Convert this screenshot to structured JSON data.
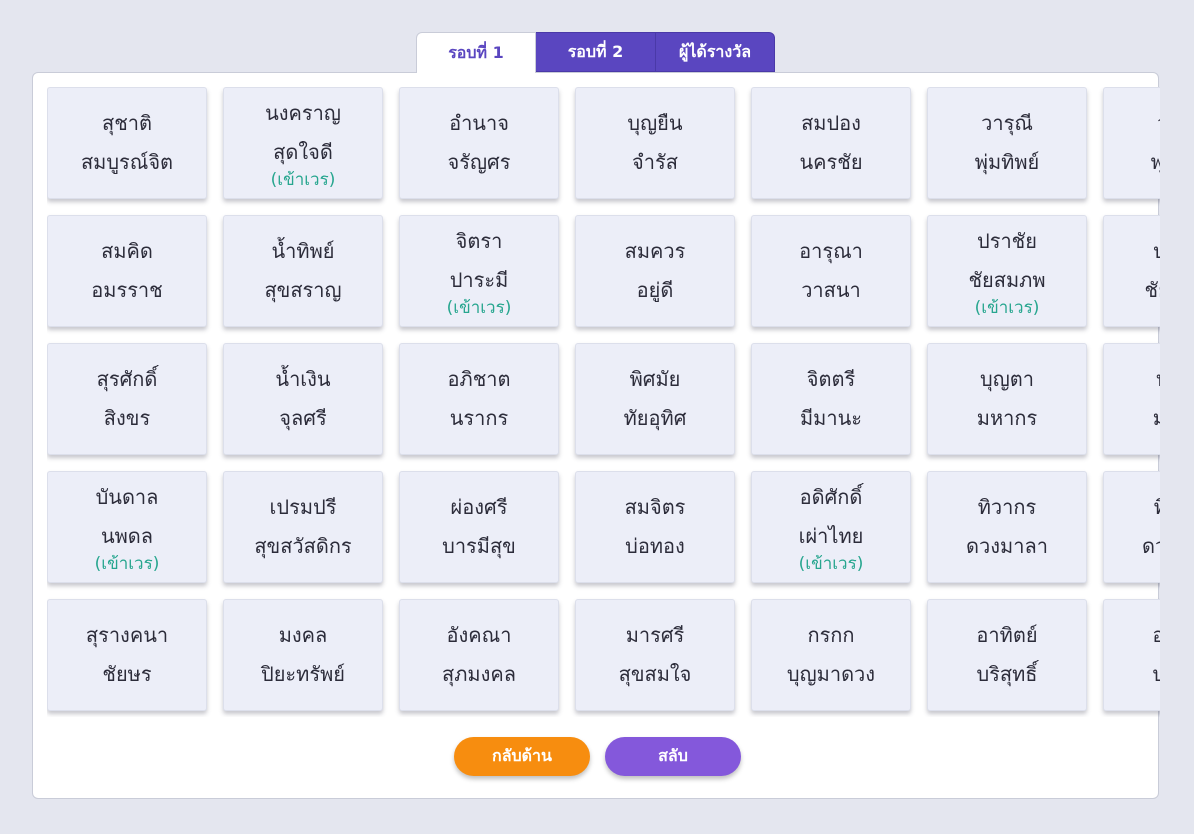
{
  "tabs": [
    {
      "label": "รอบที่ 1",
      "active": true
    },
    {
      "label": "รอบที่ 2",
      "active": false
    },
    {
      "label": "ผู้ได้รางวัล",
      "active": false
    }
  ],
  "colors": {
    "accent": "#5a46c0",
    "note": "#27a68f",
    "back_button": "#f78d0f",
    "swap_button": "#8458db"
  },
  "cards": [
    {
      "first": "สุชาติ",
      "last": "สมบูรณ์จิต",
      "note": ""
    },
    {
      "first": "นงคราญ",
      "last": "สุดใจดี",
      "note": "(เข้าเวร)"
    },
    {
      "first": "อำนาจ",
      "last": "จรัญศร",
      "note": ""
    },
    {
      "first": "บุญยืน",
      "last": "จำรัส",
      "note": ""
    },
    {
      "first": "สมปอง",
      "last": "นครชัย",
      "note": ""
    },
    {
      "first": "วารุณี",
      "last": "พุ่มทิพย์",
      "note": ""
    },
    {
      "first": "วารุณี",
      "last": "พุ่มทิพย์",
      "note": ""
    },
    {
      "first": "สมคิด",
      "last": "อมรราช",
      "note": ""
    },
    {
      "first": "น้ำทิพย์",
      "last": "สุขสราญ",
      "note": ""
    },
    {
      "first": "จิตรา",
      "last": "ปาระมี",
      "note": "(เข้าเวร)"
    },
    {
      "first": "สมควร",
      "last": "อยู่ดี",
      "note": ""
    },
    {
      "first": "อารุณา",
      "last": "วาสนา",
      "note": ""
    },
    {
      "first": "ปราชัย",
      "last": "ชัยสมภพ",
      "note": "(เข้าเวร)"
    },
    {
      "first": "ปราชัย",
      "last": "ชัยสมภพ",
      "note": ""
    },
    {
      "first": "สุรศักดิ์",
      "last": "สิงขร",
      "note": ""
    },
    {
      "first": "น้ำเงิน",
      "last": "จุลศรี",
      "note": ""
    },
    {
      "first": "อภิชาต",
      "last": "นรากร",
      "note": ""
    },
    {
      "first": "พิศมัย",
      "last": "ทัยอุทิศ",
      "note": ""
    },
    {
      "first": "จิตตรี",
      "last": "มีมานะ",
      "note": ""
    },
    {
      "first": "บุญตา",
      "last": "มหากร",
      "note": ""
    },
    {
      "first": "บุญตา",
      "last": "มหากร",
      "note": ""
    },
    {
      "first": "บันดาล",
      "last": "นพดล",
      "note": "(เข้าเวร)"
    },
    {
      "first": "เปรมปรี",
      "last": "สุขสวัสดิกร",
      "note": ""
    },
    {
      "first": "ผ่องศรี",
      "last": "บารมีสุข",
      "note": ""
    },
    {
      "first": "สมจิตร",
      "last": "บ่อทอง",
      "note": ""
    },
    {
      "first": "อดิศักดิ์",
      "last": "เผ่าไทย",
      "note": "(เข้าเวร)"
    },
    {
      "first": "ทิวากร",
      "last": "ดวงมาลา",
      "note": ""
    },
    {
      "first": "ทิวากร",
      "last": "ดวงมาลา",
      "note": ""
    },
    {
      "first": "สุรางคนา",
      "last": "ชัยษร",
      "note": ""
    },
    {
      "first": "มงคล",
      "last": "ปิยะทรัพย์",
      "note": ""
    },
    {
      "first": "อังคณา",
      "last": "สุภมงคล",
      "note": ""
    },
    {
      "first": "มารศรี",
      "last": "สุขสมใจ",
      "note": ""
    },
    {
      "first": "กรกก",
      "last": "บุญมาดวง",
      "note": ""
    },
    {
      "first": "อาทิตย์",
      "last": "บริสุทธิ์",
      "note": ""
    },
    {
      "first": "อาทิตย์",
      "last": "บริสุทธิ์",
      "note": ""
    }
  ],
  "buttons": {
    "back": "กลับด้าน",
    "swap": "สลับ"
  }
}
